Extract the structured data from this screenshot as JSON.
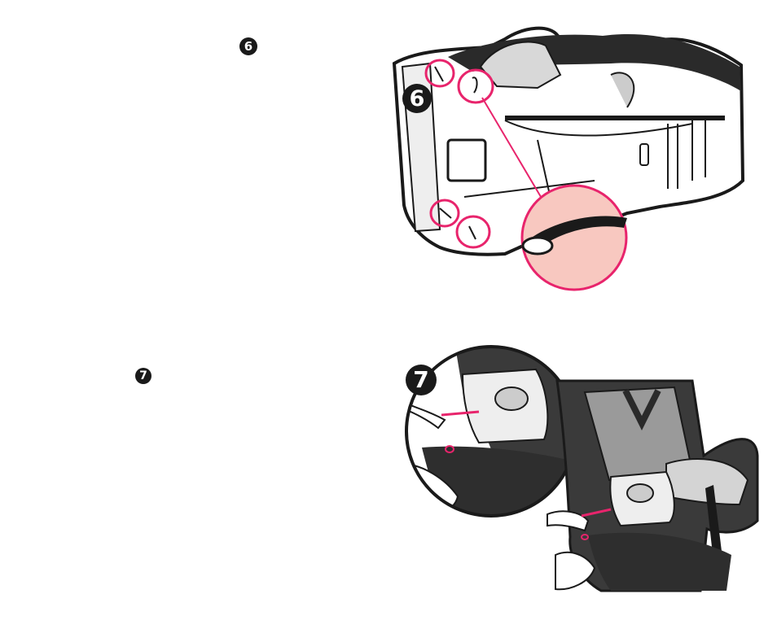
{
  "steps": [
    {
      "number": "6"
    },
    {
      "number": "7"
    }
  ],
  "colors": {
    "highlight": "#e8246c",
    "highlight_fill": "#f8c8c0",
    "ink": "#1a1a1a",
    "fabric_dark": "#3a3a3a",
    "fabric_mid": "#9a9a9a",
    "fabric_light": "#d4d4d4"
  },
  "icons": {
    "step_6_illustration": "car-seat-underside-strap-hooks",
    "step_7_illustration": "car-seat-cover-unhook-elastic"
  }
}
